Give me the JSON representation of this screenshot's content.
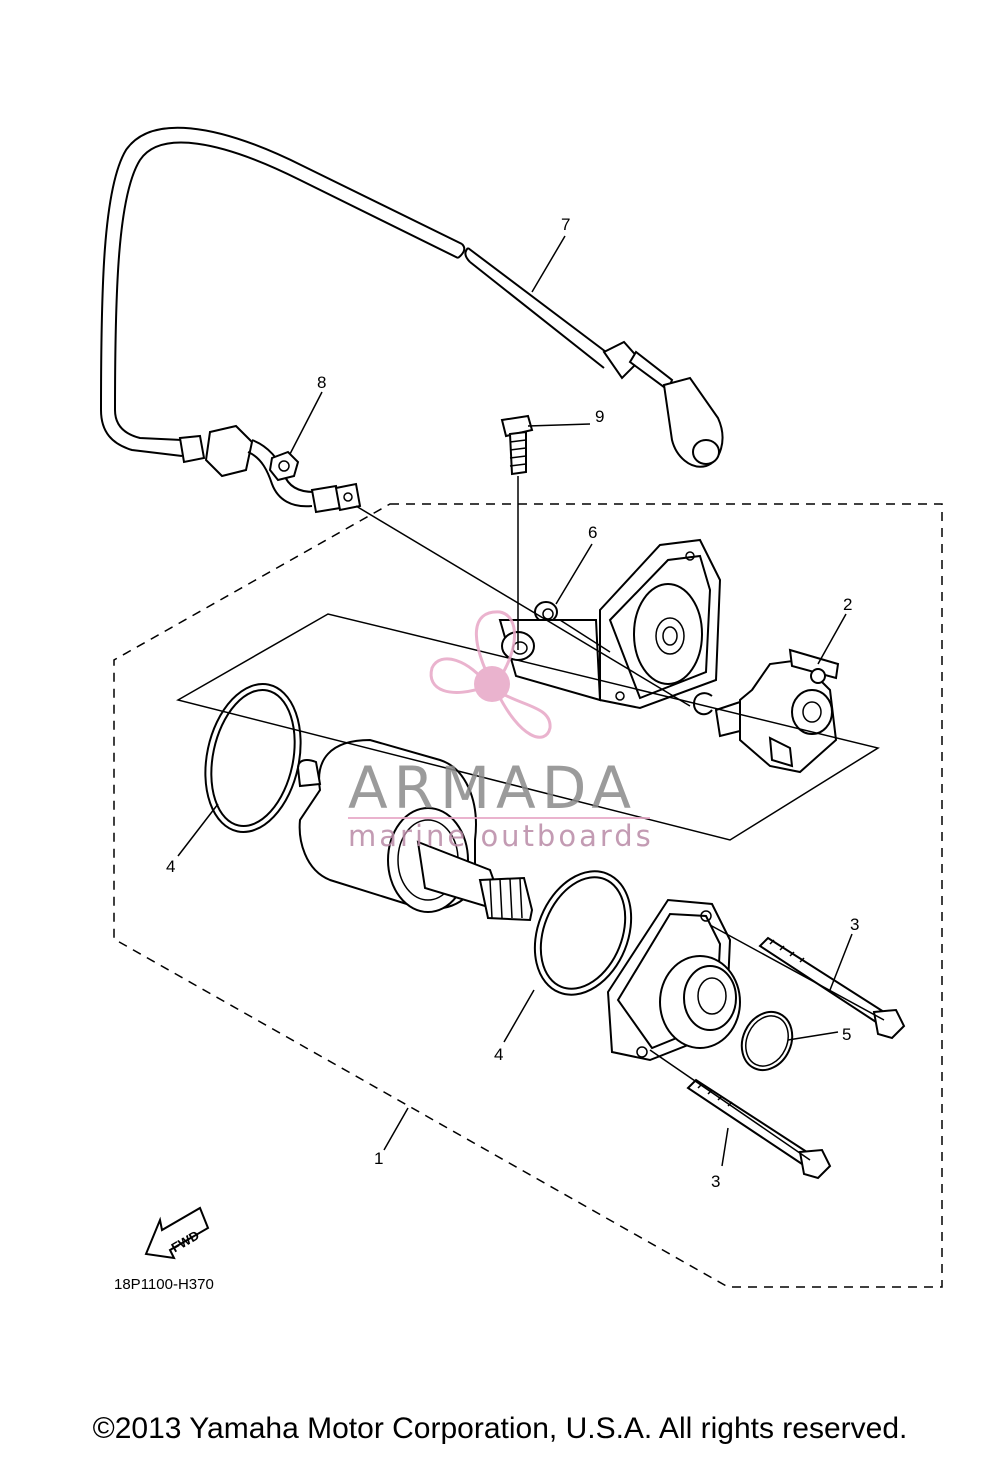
{
  "diagram": {
    "callouts": [
      {
        "id": "label-1",
        "text": "1"
      },
      {
        "id": "label-2",
        "text": "2"
      },
      {
        "id": "label-3a",
        "text": "3"
      },
      {
        "id": "label-3b",
        "text": "3"
      },
      {
        "id": "label-4a",
        "text": "4"
      },
      {
        "id": "label-4b",
        "text": "4"
      },
      {
        "id": "label-5",
        "text": "5"
      },
      {
        "id": "label-6",
        "text": "6"
      },
      {
        "id": "label-7",
        "text": "7"
      },
      {
        "id": "label-8",
        "text": "8"
      },
      {
        "id": "label-9",
        "text": "9"
      }
    ],
    "fwd_label": "FWD",
    "drawing_code": "18P1100-H370"
  },
  "watermark": {
    "title": "ARMADA",
    "subtitle": "marine outboards",
    "colors": {
      "pink": "#e7a6c6",
      "gray": "#8a8a8a"
    }
  },
  "footer": {
    "copyright": "©2013 Yamaha Motor Corporation, U.S.A. All rights reserved."
  }
}
